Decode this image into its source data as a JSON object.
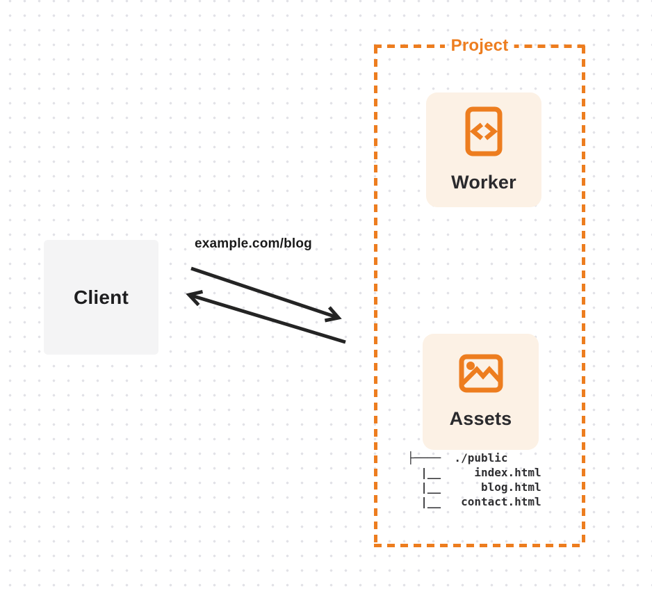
{
  "client": {
    "label": "Client"
  },
  "request_label": "example.com/blog",
  "project": {
    "title": "Project",
    "worker": {
      "label": "Worker"
    },
    "assets": {
      "label": "Assets"
    },
    "file_tree_lines": [
      "├────  ./public",
      "  |__     index.html",
      "  |__      blog.html",
      "  |__   contact.html"
    ]
  },
  "colors": {
    "accent_orange": "#ED7D1F",
    "card_background": "#FCF1E5",
    "client_background": "#F4F4F5",
    "arrow_ink": "#242424"
  }
}
